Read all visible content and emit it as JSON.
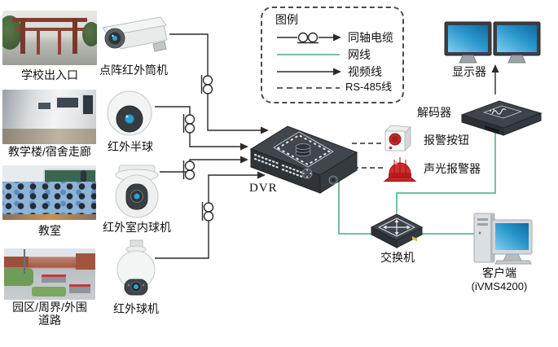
{
  "legend": {
    "title": "图例",
    "items": [
      {
        "label": "同轴电缆",
        "line_style": "solid-with-balun-arrow"
      },
      {
        "label": "网线",
        "line_style": "green-solid"
      },
      {
        "label": "视频线",
        "line_style": "solid-arrow"
      },
      {
        "label": "RS-485线",
        "line_style": "dashed"
      }
    ]
  },
  "scenes": [
    {
      "label": "学校出入口",
      "icon": "photo-school-entrance"
    },
    {
      "label": "教学楼/宿舍走廊",
      "icon": "photo-corridor"
    },
    {
      "label": "教室",
      "icon": "photo-classroom"
    },
    {
      "label_line1": "园区/周界/外围",
      "label_line2": "道路",
      "icon": "photo-campus"
    }
  ],
  "cameras": [
    {
      "label": "点阵红外筒机",
      "icon": "bullet-camera-icon"
    },
    {
      "label": "红外半球",
      "icon": "dome-camera-icon"
    },
    {
      "label": "红外室内球机",
      "icon": "indoor-ptz-camera-icon"
    },
    {
      "label": "红外球机",
      "icon": "outdoor-ptz-camera-icon"
    }
  ],
  "devices": {
    "dvr": {
      "label": "DVR",
      "icon": "dvr-icon"
    },
    "monitors": {
      "label": "显示器",
      "icon": "dual-monitor-icon"
    },
    "decoder": {
      "label": "解码器",
      "icon": "decoder-icon"
    },
    "alarm_button": {
      "label": "报警按钮",
      "icon": "alarm-button-icon"
    },
    "sound_light_alarm": {
      "label": "声光报警器",
      "icon": "strobe-siren-icon"
    },
    "switch": {
      "label": "交换机",
      "icon": "network-switch-icon"
    },
    "client": {
      "label": "客户端",
      "sub_label": "(iVMS4200)",
      "icon": "client-pc-icon"
    }
  },
  "colors": {
    "network_line": "#72c29c",
    "signal_line": "#2b2b2b",
    "screen_blue": "#1a86c0",
    "alarm_red": "#c62828"
  }
}
